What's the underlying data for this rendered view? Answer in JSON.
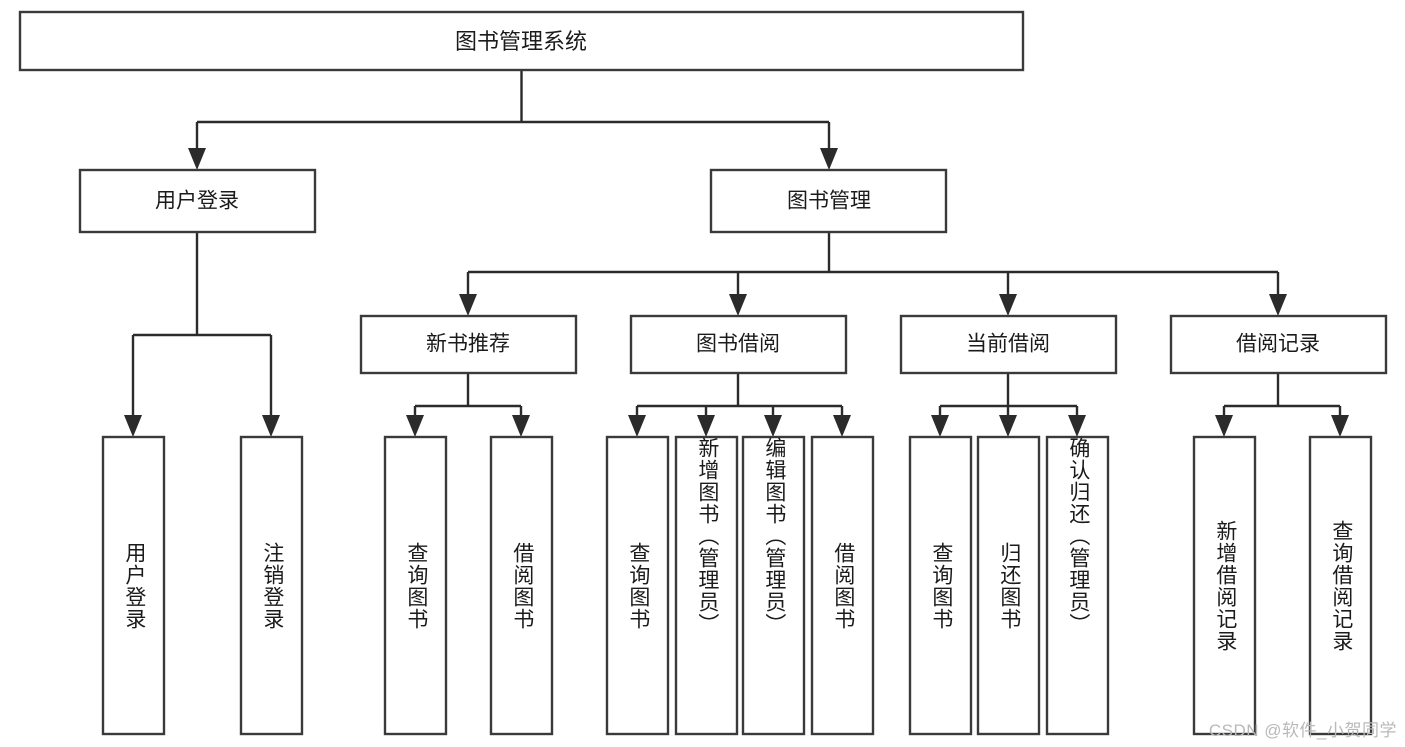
{
  "diagram": {
    "type": "tree-hierarchy",
    "title": "图书管理系统",
    "watermark": "CSDN @软件_小贺同学",
    "colors": {
      "background": "#ffffff",
      "box_fill": "#ffffff",
      "box_stroke": "#3a3a3a",
      "connector": "#2b2b2b",
      "text": "#1b1b1b",
      "watermark": "#b9b9b9"
    },
    "root": {
      "label": "图书管理系统",
      "level": 0
    },
    "level1": [
      {
        "label": "用户登录"
      },
      {
        "label": "图书管理"
      }
    ],
    "level2": [
      {
        "label": "新书推荐",
        "parent": "图书管理"
      },
      {
        "label": "图书借阅",
        "parent": "图书管理"
      },
      {
        "label": "当前借阅",
        "parent": "图书管理"
      },
      {
        "label": "借阅记录",
        "parent": "图书管理"
      }
    ],
    "leaves": {
      "用户登录": [
        {
          "label": "用户登录"
        },
        {
          "label": "注销登录"
        }
      ],
      "新书推荐": [
        {
          "label": "查询图书"
        },
        {
          "label": "借阅图书"
        }
      ],
      "图书借阅": [
        {
          "label": "查询图书"
        },
        {
          "label": "新增图书（管理员）"
        },
        {
          "label": "编辑图书（管理员）"
        },
        {
          "label": "借阅图书"
        }
      ],
      "当前借阅": [
        {
          "label": "查询图书"
        },
        {
          "label": "归还图书"
        },
        {
          "label": "确认归还（管理员）"
        }
      ],
      "借阅记录": [
        {
          "label": "新增借阅记录"
        },
        {
          "label": "查询借阅记录"
        }
      ]
    }
  }
}
